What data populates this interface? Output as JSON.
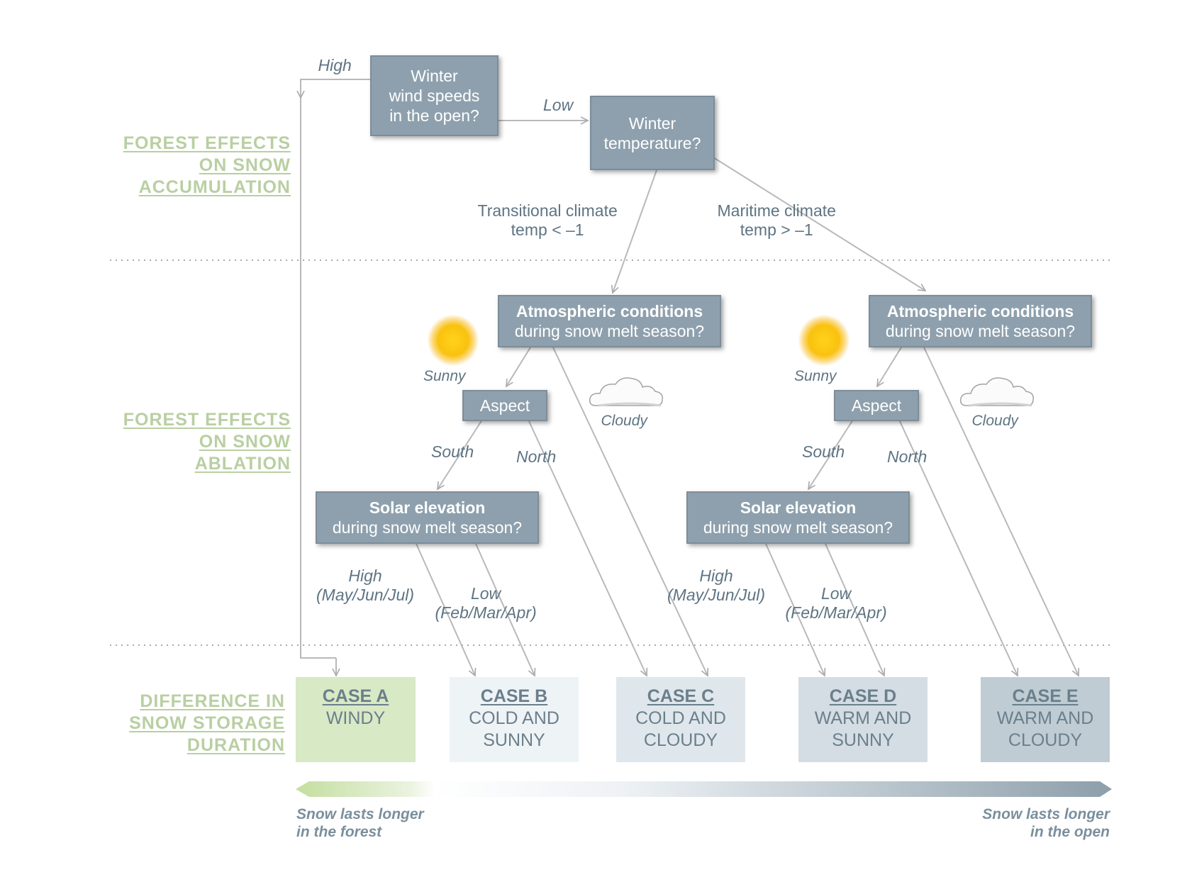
{
  "sections": {
    "accumulation": [
      "FOREST EFFECTS",
      "ON SNOW",
      "ACCUMULATION"
    ],
    "ablation": [
      "FOREST EFFECTS",
      "ON SNOW",
      "ABLATION"
    ],
    "duration": [
      "DIFFERENCE IN",
      "SNOW STORAGE",
      "DURATION"
    ]
  },
  "nodes": {
    "wind": [
      "Winter",
      "wind speeds",
      "in the open?"
    ],
    "temperature": [
      "Winter",
      "temperature?"
    ],
    "atmos_left": {
      "title": "Atmospheric conditions",
      "sub": "during snow melt season?"
    },
    "atmos_right": {
      "title": "Atmospheric conditions",
      "sub": "during snow melt season?"
    },
    "aspect_left": "Aspect",
    "aspect_right": "Aspect",
    "solar_left": {
      "title": "Solar elevation",
      "sub": "during snow melt season?"
    },
    "solar_right": {
      "title": "Solar elevation",
      "sub": "during snow melt season?"
    }
  },
  "edge_labels": {
    "wind_high": "High",
    "wind_low": "Low",
    "transitional": [
      "Transitional climate",
      "temp < –1"
    ],
    "maritime": [
      "Maritime climate",
      "temp > –1"
    ],
    "sunny_left": "Sunny",
    "cloudy_left": "Cloudy",
    "sunny_right": "Sunny",
    "cloudy_right": "Cloudy",
    "south_left": "South",
    "north_left": "North",
    "south_right": "South",
    "north_right": "North",
    "solar_high_left": [
      "High",
      "(May/Jun/Jul)"
    ],
    "solar_low_left": [
      "Low",
      "(Feb/Mar/Apr)"
    ],
    "solar_high_right": [
      "High",
      "(May/Jun/Jul)"
    ],
    "solar_low_right": [
      "Low",
      "(Feb/Mar/Apr)"
    ]
  },
  "cases": [
    {
      "title": "CASE A",
      "desc": [
        "WINDY"
      ],
      "bg": "#d8e9c5",
      "fg": "#6b7f8c"
    },
    {
      "title": "CASE B",
      "desc": [
        "COLD AND",
        "SUNNY"
      ],
      "bg": "#eef3f6",
      "fg": "#6b7f8c"
    },
    {
      "title": "CASE C",
      "desc": [
        "COLD AND",
        "CLOUDY"
      ],
      "bg": "#dfe7ec",
      "fg": "#6b7f8c"
    },
    {
      "title": "CASE D",
      "desc": [
        "WARM AND",
        "SUNNY"
      ],
      "bg": "#d3dde3",
      "fg": "#6b7f8c"
    },
    {
      "title": "CASE E",
      "desc": [
        "WARM AND",
        "CLOUDY"
      ],
      "bg": "#bfccd4",
      "fg": "#6b7f8c"
    }
  ],
  "footer": {
    "left": [
      "Snow lasts longer",
      "in the forest"
    ],
    "right": [
      "Snow lasts longer",
      "in the open"
    ]
  },
  "colors": {
    "box_fill": "#8ea0ad",
    "section_label": "#b9cfa2",
    "arrow_green": "#c8e0ae",
    "arrow_blue": "#8fa3b0"
  }
}
